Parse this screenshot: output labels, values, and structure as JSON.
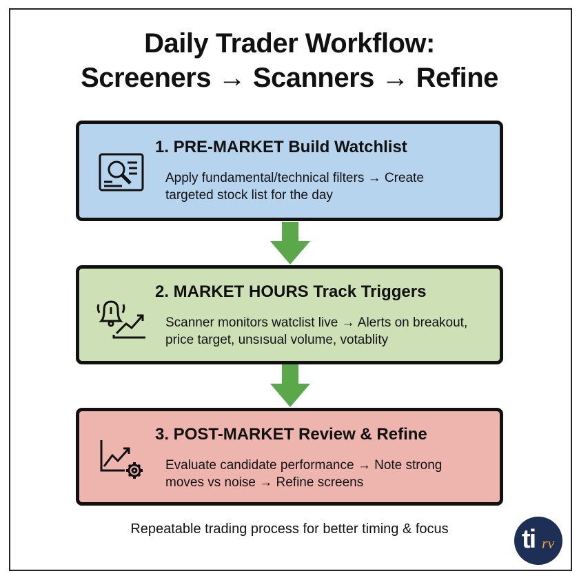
{
  "title": {
    "line1": "Daily Trader Workflow:",
    "line2": "Screeners → Scanners → Refine"
  },
  "steps": [
    {
      "heading": "1. PRE-MARKET Build Watchlist",
      "text": "Apply fundamental/technical filters → Create\ntargeted stock list for the day",
      "icon": "screener-search-icon",
      "color": "#b7d4ee"
    },
    {
      "heading": "2. MARKET HOURS Track Triggers",
      "text": "Scanner monitors watclist live → Alerts on breakout,\nprice target, unsısual volume, votablity",
      "icon": "alert-bell-chart-icon",
      "color": "#cde0b6"
    },
    {
      "heading": "3. POST-MARKET Review & Refine",
      "text": "Evaluate candidate performance → Note strong\nmoves vs noise → Refine screens",
      "icon": "chart-gear-icon",
      "color": "#eeb5ae"
    }
  ],
  "arrow_color": "#5aa84a",
  "footer": "Repeatable trading process for better timing & focus",
  "logo": {
    "text_main": "ti",
    "text_accent": "rv"
  }
}
